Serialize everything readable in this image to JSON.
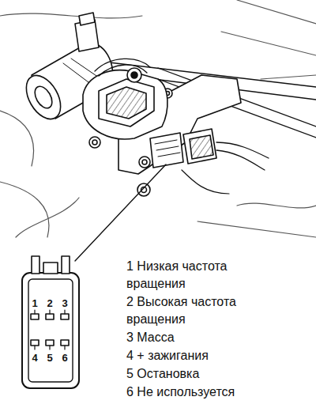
{
  "diagram": {
    "labels": [
      "1",
      "2",
      "3",
      "4",
      "5",
      "6",
      "1 Низкая частота вращения",
      "2 Высокая частота вращения",
      "3 Масса",
      "4 + зажигания",
      "5 Остановка",
      "6 Не используется"
    ]
  }
}
